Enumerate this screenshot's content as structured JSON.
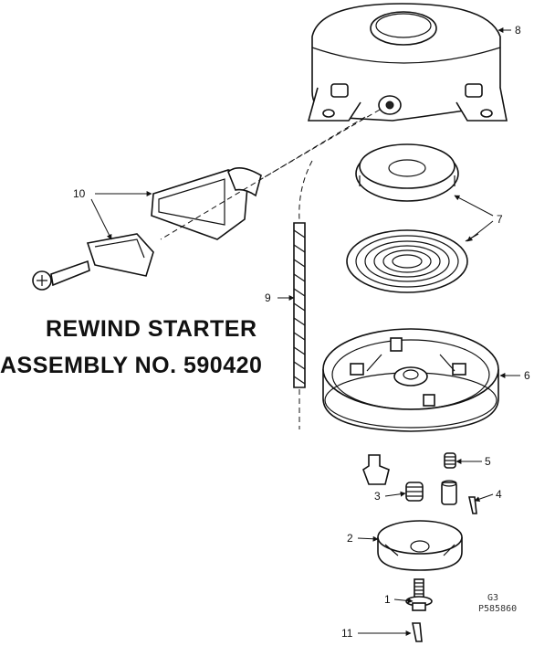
{
  "title": {
    "line1": "REWIND STARTER",
    "line2": "ASSEMBLY NO. 590420"
  },
  "callouts": {
    "c1": "1",
    "c2": "2",
    "c3": "3",
    "c4": "4",
    "c5": "5",
    "c6": "6",
    "c7": "7",
    "c8": "8",
    "c9": "9",
    "c10": "10",
    "c11": "11"
  },
  "drawing_code": {
    "line1": "G3",
    "line2": "P585860"
  }
}
